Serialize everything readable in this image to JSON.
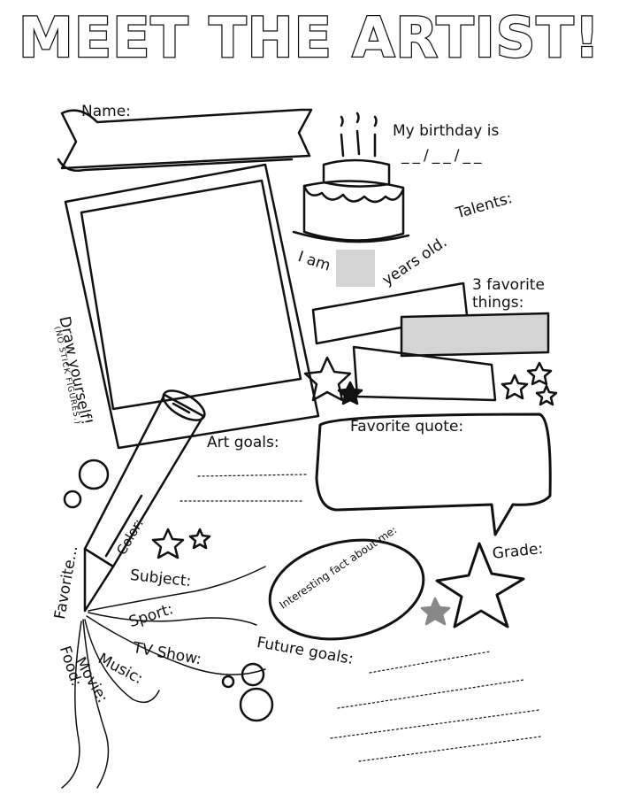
{
  "title": "MEET THE ARTIST!",
  "labels": {
    "name": "Name:",
    "birthday": "My birthday is",
    "birthday_blank": "__/__/__",
    "talents": "Talents:",
    "i_am": "I am",
    "years_old": "years old.",
    "three_things_1": "3 favorite",
    "three_things_2": "things:",
    "draw_yourself": "Draw yourself!",
    "no_stick": "(NO STICK FIGURES.)",
    "art_goals": "Art goals:",
    "favorite_quote": "Favorite quote:",
    "favorite": "Favorite...",
    "color": "Color:",
    "subject": "Subject:",
    "sport": "Sport:",
    "tv_show": "TV Show:",
    "music": "Music:",
    "movie": "Movie:",
    "food": "Food:",
    "interesting_fact": "Interesting fact about me:",
    "future_goals": "Future goals:",
    "grade": "Grade:"
  }
}
